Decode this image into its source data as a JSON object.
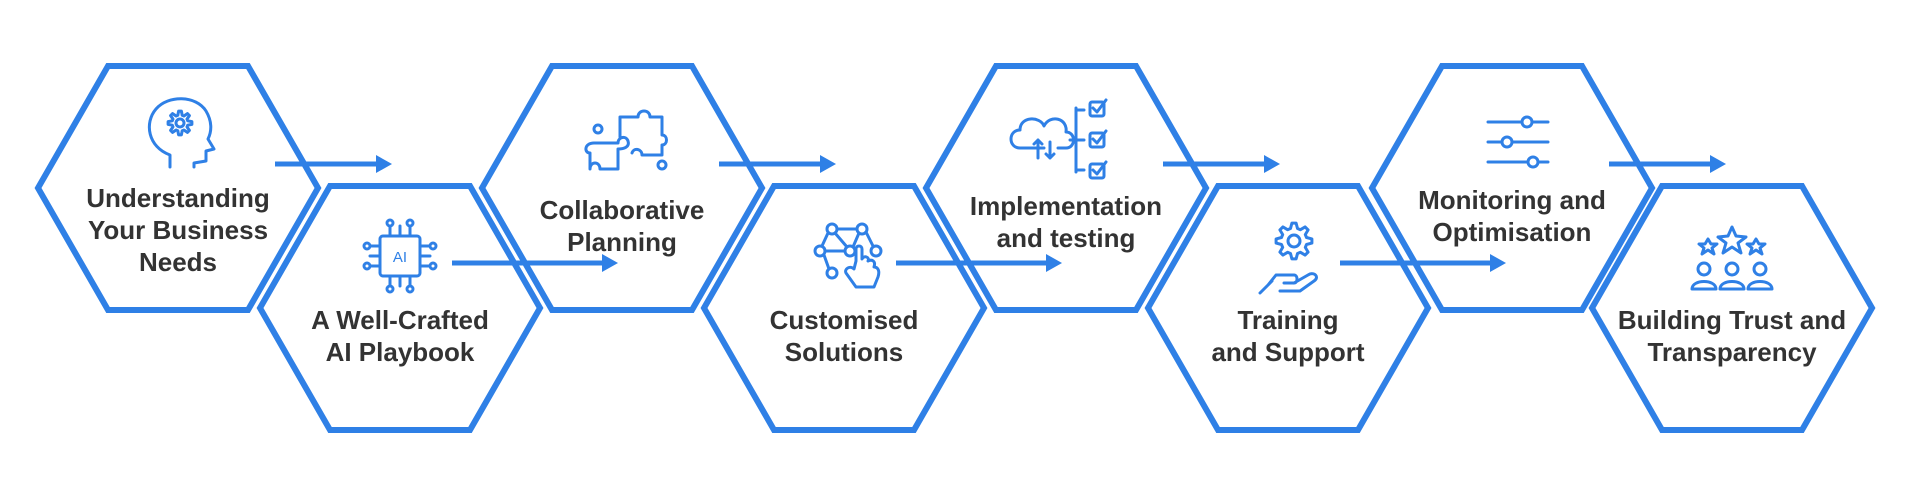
{
  "colors": {
    "accent": "#2f80e6",
    "text": "#333333",
    "background": "#ffffff"
  },
  "steps": [
    {
      "title": "Understanding\nYour Business\nNeeds",
      "icon": "head-gear-icon"
    },
    {
      "title": "A Well-Crafted\nAI Playbook",
      "icon": "ai-chip-icon",
      "icon_text": "AI"
    },
    {
      "title": "Collaborative\nPlanning",
      "icon": "puzzle-icon"
    },
    {
      "title": "Customised\nSolutions",
      "icon": "network-hand-icon"
    },
    {
      "title": "Implementation\nand testing",
      "icon": "cloud-checklist-icon"
    },
    {
      "title": "Training\nand Support",
      "icon": "hand-gear-icon"
    },
    {
      "title": "Monitoring and\nOptimisation",
      "icon": "sliders-icon"
    },
    {
      "title": "Building Trust and\nTransparency",
      "icon": "team-stars-icon"
    }
  ]
}
